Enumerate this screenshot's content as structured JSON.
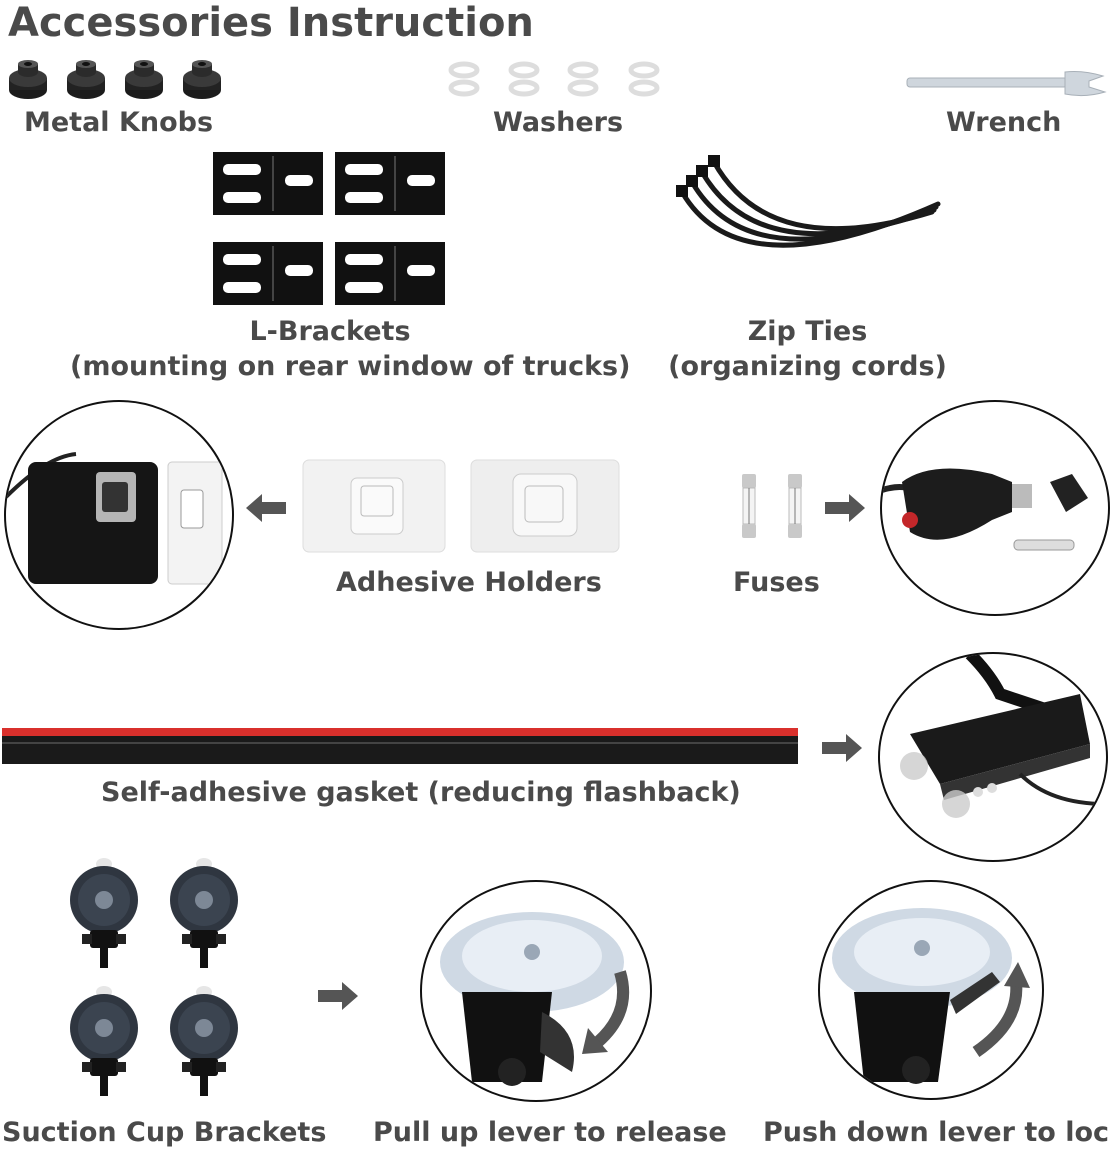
{
  "title": "Accessories Instruction",
  "items": {
    "metal_knobs": "Metal Knobs",
    "washers": "Washers",
    "wrench": "Wrench",
    "l_brackets": "L-Brackets",
    "l_brackets_note": "(mounting on rear window of trucks)",
    "zip_ties": "Zip Ties",
    "zip_ties_note": "(organizing cords)",
    "adhesive_holders": "Adhesive Holders",
    "fuses": "Fuses",
    "gasket": "Self-adhesive gasket (reducing flashback)",
    "suction_cup_brackets": "Suction Cup Brackets",
    "pull_up": "Pull up lever to release",
    "push_down": "Push down lever to lock"
  },
  "colors": {
    "text": "#4a4a4a",
    "gasket_red": "#d9302c",
    "gasket_black": "#1a1a1a",
    "arrow": "#555555"
  },
  "icons": [
    "knob-icon",
    "washer-icon",
    "wrench-icon",
    "l-bracket-icon",
    "zip-tie-icon",
    "adhesive-holder-icon",
    "fuse-icon",
    "arrow-right-icon",
    "arrow-left-icon",
    "suction-cup-icon",
    "light-bar-icon",
    "cigarette-plug-icon"
  ]
}
